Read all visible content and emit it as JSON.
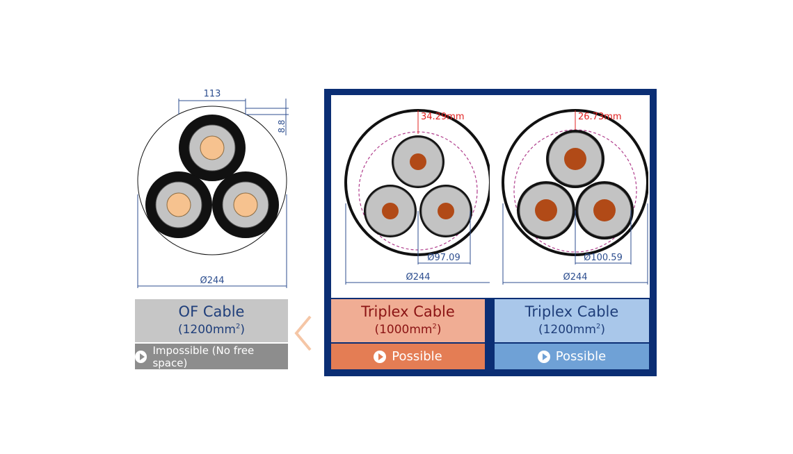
{
  "of_cable": {
    "dim_top": "113",
    "dim_side": "8.8",
    "dim_diameter": "Ø244",
    "title": "OF Cable",
    "size_prefix": "(1200mm",
    "size_sup": "2",
    "size_suffix": ")",
    "status": "Impossible (No free space)"
  },
  "triplex_1000": {
    "dim_gap": "34.29mm",
    "dim_core": "Ø97.09",
    "dim_diameter": "Ø244",
    "title": "Triplex Cable",
    "size_prefix": "(1000mm",
    "size_sup": "2",
    "size_suffix": ")",
    "status": "Possible"
  },
  "triplex_1200": {
    "dim_gap": "26.73mm",
    "dim_core": "Ø100.59",
    "dim_diameter": "Ø244",
    "title": "Triplex Cable",
    "size_prefix": "(1200mm",
    "size_sup": "2",
    "size_suffix": ")",
    "status": "Possible"
  },
  "colors": {
    "frame": "#0b2e74",
    "dimension": "#2d4e8f",
    "gap_dimension": "#e0201f",
    "dashed_circle": "#b03d8c",
    "of_conductor": "#f6c28f",
    "triplex_conductor": "#b14a17",
    "insulation": "#c3c3c3",
    "sheath": "#111111"
  }
}
